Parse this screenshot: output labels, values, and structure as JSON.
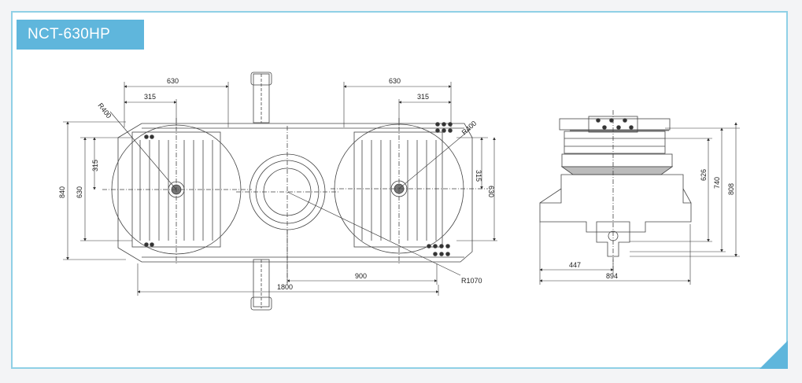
{
  "title": "NCT-630HP",
  "colors": {
    "accent": "#5fb6dc",
    "frame_border": "#8fd0e6",
    "line": "#333333"
  },
  "top_view": {
    "dims": {
      "w630_left": "630",
      "w315_left": "315",
      "r400_left": "R400",
      "w630_right": "630",
      "w315_right": "315",
      "r400_right": "R400",
      "h840": "840",
      "h630_left": "630",
      "h315_left": "315",
      "h315_right": "315",
      "h630_right": "630",
      "w900": "900",
      "w1800": "1800",
      "r1070": "R1070"
    }
  },
  "side_view": {
    "dims": {
      "h626": "626",
      "h740": "740",
      "h808": "808",
      "w447": "447",
      "w894": "894"
    }
  }
}
